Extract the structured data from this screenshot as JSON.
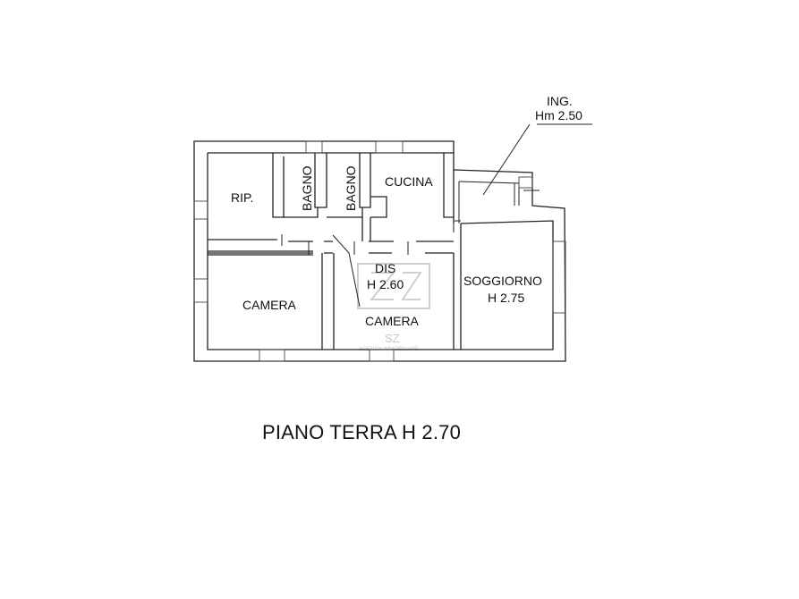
{
  "plan": {
    "rooms": {
      "rip": "RIP.",
      "bagno1": "BAGNO",
      "bagno2": "BAGNO",
      "cucina": "CUCINA",
      "ingresso": "ING.",
      "ingresso_height": "Hm 2.50",
      "dis": "DIS",
      "dis_height": "H 2.60",
      "soggiorno": "SOGGIORNO",
      "soggiorno_height": "H 2.75",
      "camera1": "CAMERA",
      "camera2": "CAMERA"
    },
    "watermark": {
      "mark": "SZ",
      "text": "SZ",
      "subtext": "AGENZIA IMMOBILIARE"
    }
  },
  "caption": "PIANO TERRA H 2.70"
}
